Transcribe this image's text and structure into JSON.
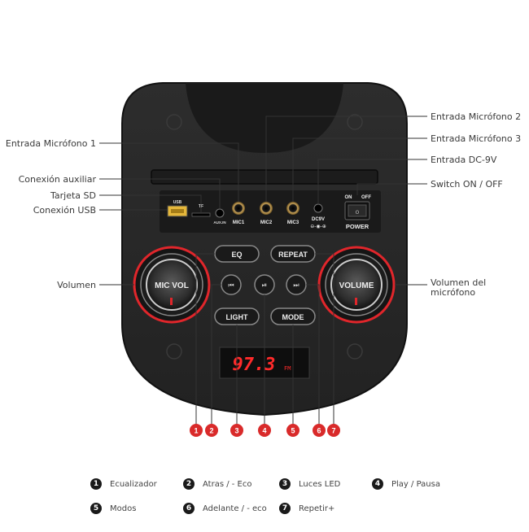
{
  "callouts_left": {
    "mic1_input": "Entrada Micrófono 1",
    "aux_connection": "Conexión auxiliar",
    "sd_card": "Tarjeta SD",
    "usb_connection": "Conexión USB",
    "volume": "Volumen"
  },
  "callouts_right": {
    "mic2_input": "Entrada Micrófono 2",
    "mic3_input": "Entrada Micrófono 3",
    "dc_input": "Entrada DC-9V",
    "power_switch": "Switch ON / OFF",
    "mic_volume_line1": "Volumen del",
    "mic_volume_line2": "micrófono"
  },
  "panel": {
    "usb": "USB",
    "tf": "TF",
    "aux": "AUX.IN",
    "mic1": "MIC1",
    "mic2": "MIC2",
    "mic3": "MIC3",
    "dc": "DC9V",
    "on": "ON",
    "off": "OFF",
    "power": "POWER",
    "eq": "EQ",
    "repeat": "REPEAT",
    "light": "LIGHT",
    "mode": "MODE",
    "mic_vol_knob": "MIC VOL",
    "volume_knob": "VOLUME",
    "display_value": "97.3",
    "display_unit": "FM"
  },
  "markers": [
    "1",
    "2",
    "3",
    "4",
    "5",
    "6",
    "7"
  ],
  "legend": [
    {
      "num": "1",
      "label": "Ecualizador"
    },
    {
      "num": "2",
      "label": "Atras / - Eco"
    },
    {
      "num": "3",
      "label": "Luces LED"
    },
    {
      "num": "4",
      "label": "Play / Pausa"
    },
    {
      "num": "5",
      "label": "Modos"
    },
    {
      "num": "6",
      "label": "Adelante / - eco"
    },
    {
      "num": "7",
      "label": "Repetir+"
    }
  ],
  "colors": {
    "body": "#2a2a2a",
    "marker": "#d92a2a",
    "display_digits": "#ff2a2a",
    "knob_ring": "#e0262b"
  }
}
